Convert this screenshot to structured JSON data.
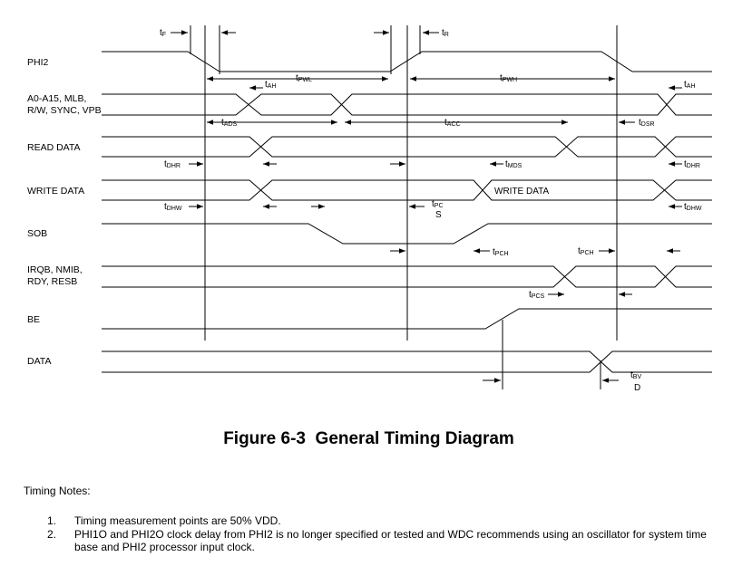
{
  "signals": [
    {
      "id": "phi2",
      "lines": [
        "PHI2"
      ]
    },
    {
      "id": "addr",
      "lines": [
        "A0-A15, MLB,",
        "R/W, SYNC, VPB"
      ]
    },
    {
      "id": "read",
      "lines": [
        "READ DATA"
      ]
    },
    {
      "id": "write",
      "lines": [
        "WRITE DATA"
      ]
    },
    {
      "id": "sob",
      "lines": [
        "SOB"
      ]
    },
    {
      "id": "irq",
      "lines": [
        "IRQB, NMIB,",
        "RDY, RESB"
      ]
    },
    {
      "id": "be",
      "lines": [
        "BE"
      ]
    },
    {
      "id": "data",
      "lines": [
        "DATA"
      ]
    }
  ],
  "timing_labels": {
    "tf": {
      "main": "t",
      "sub": "F"
    },
    "tr": {
      "main": "t",
      "sub": "R"
    },
    "tpwl": {
      "main": "t",
      "sub": "PWL"
    },
    "tpwh": {
      "main": "t",
      "sub": "PWH"
    },
    "tah1": {
      "main": "t",
      "sub": "AH"
    },
    "tah2": {
      "main": "t",
      "sub": "AH"
    },
    "tads": {
      "main": "t",
      "sub": "ADS"
    },
    "tacc": {
      "main": "t",
      "sub": "ACC"
    },
    "tdsr": {
      "main": "t",
      "sub": "DSR"
    },
    "tdhr1": {
      "main": "t",
      "sub": "DHR"
    },
    "tdhr2": {
      "main": "t",
      "sub": "DHR"
    },
    "tmds": {
      "main": "t",
      "sub": "MDS"
    },
    "tdhw1": {
      "main": "t",
      "sub": "DHW"
    },
    "tdhw2": {
      "main": "t",
      "sub": "DHW"
    },
    "tpcs1": {
      "main": "t",
      "sub": "PC",
      "sub2": "S"
    },
    "tpch1": {
      "main": "t",
      "sub": "PCH"
    },
    "tpch2": {
      "main": "t",
      "sub": "PCH"
    },
    "tpcs2": {
      "main": "t",
      "sub": "PCS"
    },
    "tbvd": {
      "main": "t",
      "sub": "BV",
      "sub2": "D"
    }
  },
  "in_signal_text": {
    "write_data": "WRITE DATA"
  },
  "caption": "Figure 6-3  General Timing Diagram",
  "notes_title": "Timing Notes:",
  "notes": [
    {
      "num": "1.",
      "text": "Timing measurement points are 50% VDD."
    },
    {
      "num": "2.",
      "text": "PHI1O and PHI2O clock delay from PHI2 is no longer specified or tested and WDC recommends using an oscillator for system time base and PHI2 processor input clock."
    }
  ]
}
